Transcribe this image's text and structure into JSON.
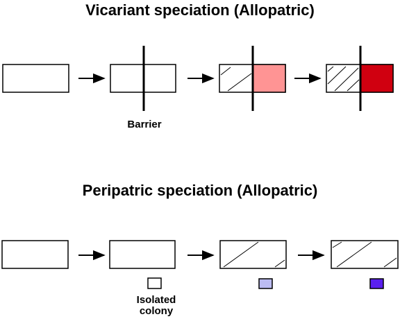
{
  "titles": {
    "vicariant": "Vicariant speciation (Allopatric)",
    "peripatric": "Peripatric speciation (Allopatric)"
  },
  "labels": {
    "barrier": "Barrier",
    "isolated_line1": "Isolated",
    "isolated_line2": "colony"
  },
  "colors": {
    "line": "#000000",
    "vicariant_stage3_fill": "#ff9494",
    "vicariant_stage4_fill": "#d00010",
    "colony_stage2_fill": "#ffffff",
    "colony_stage3_fill": "#bcbcf2",
    "colony_stage4_fill": "#5a20ee"
  }
}
